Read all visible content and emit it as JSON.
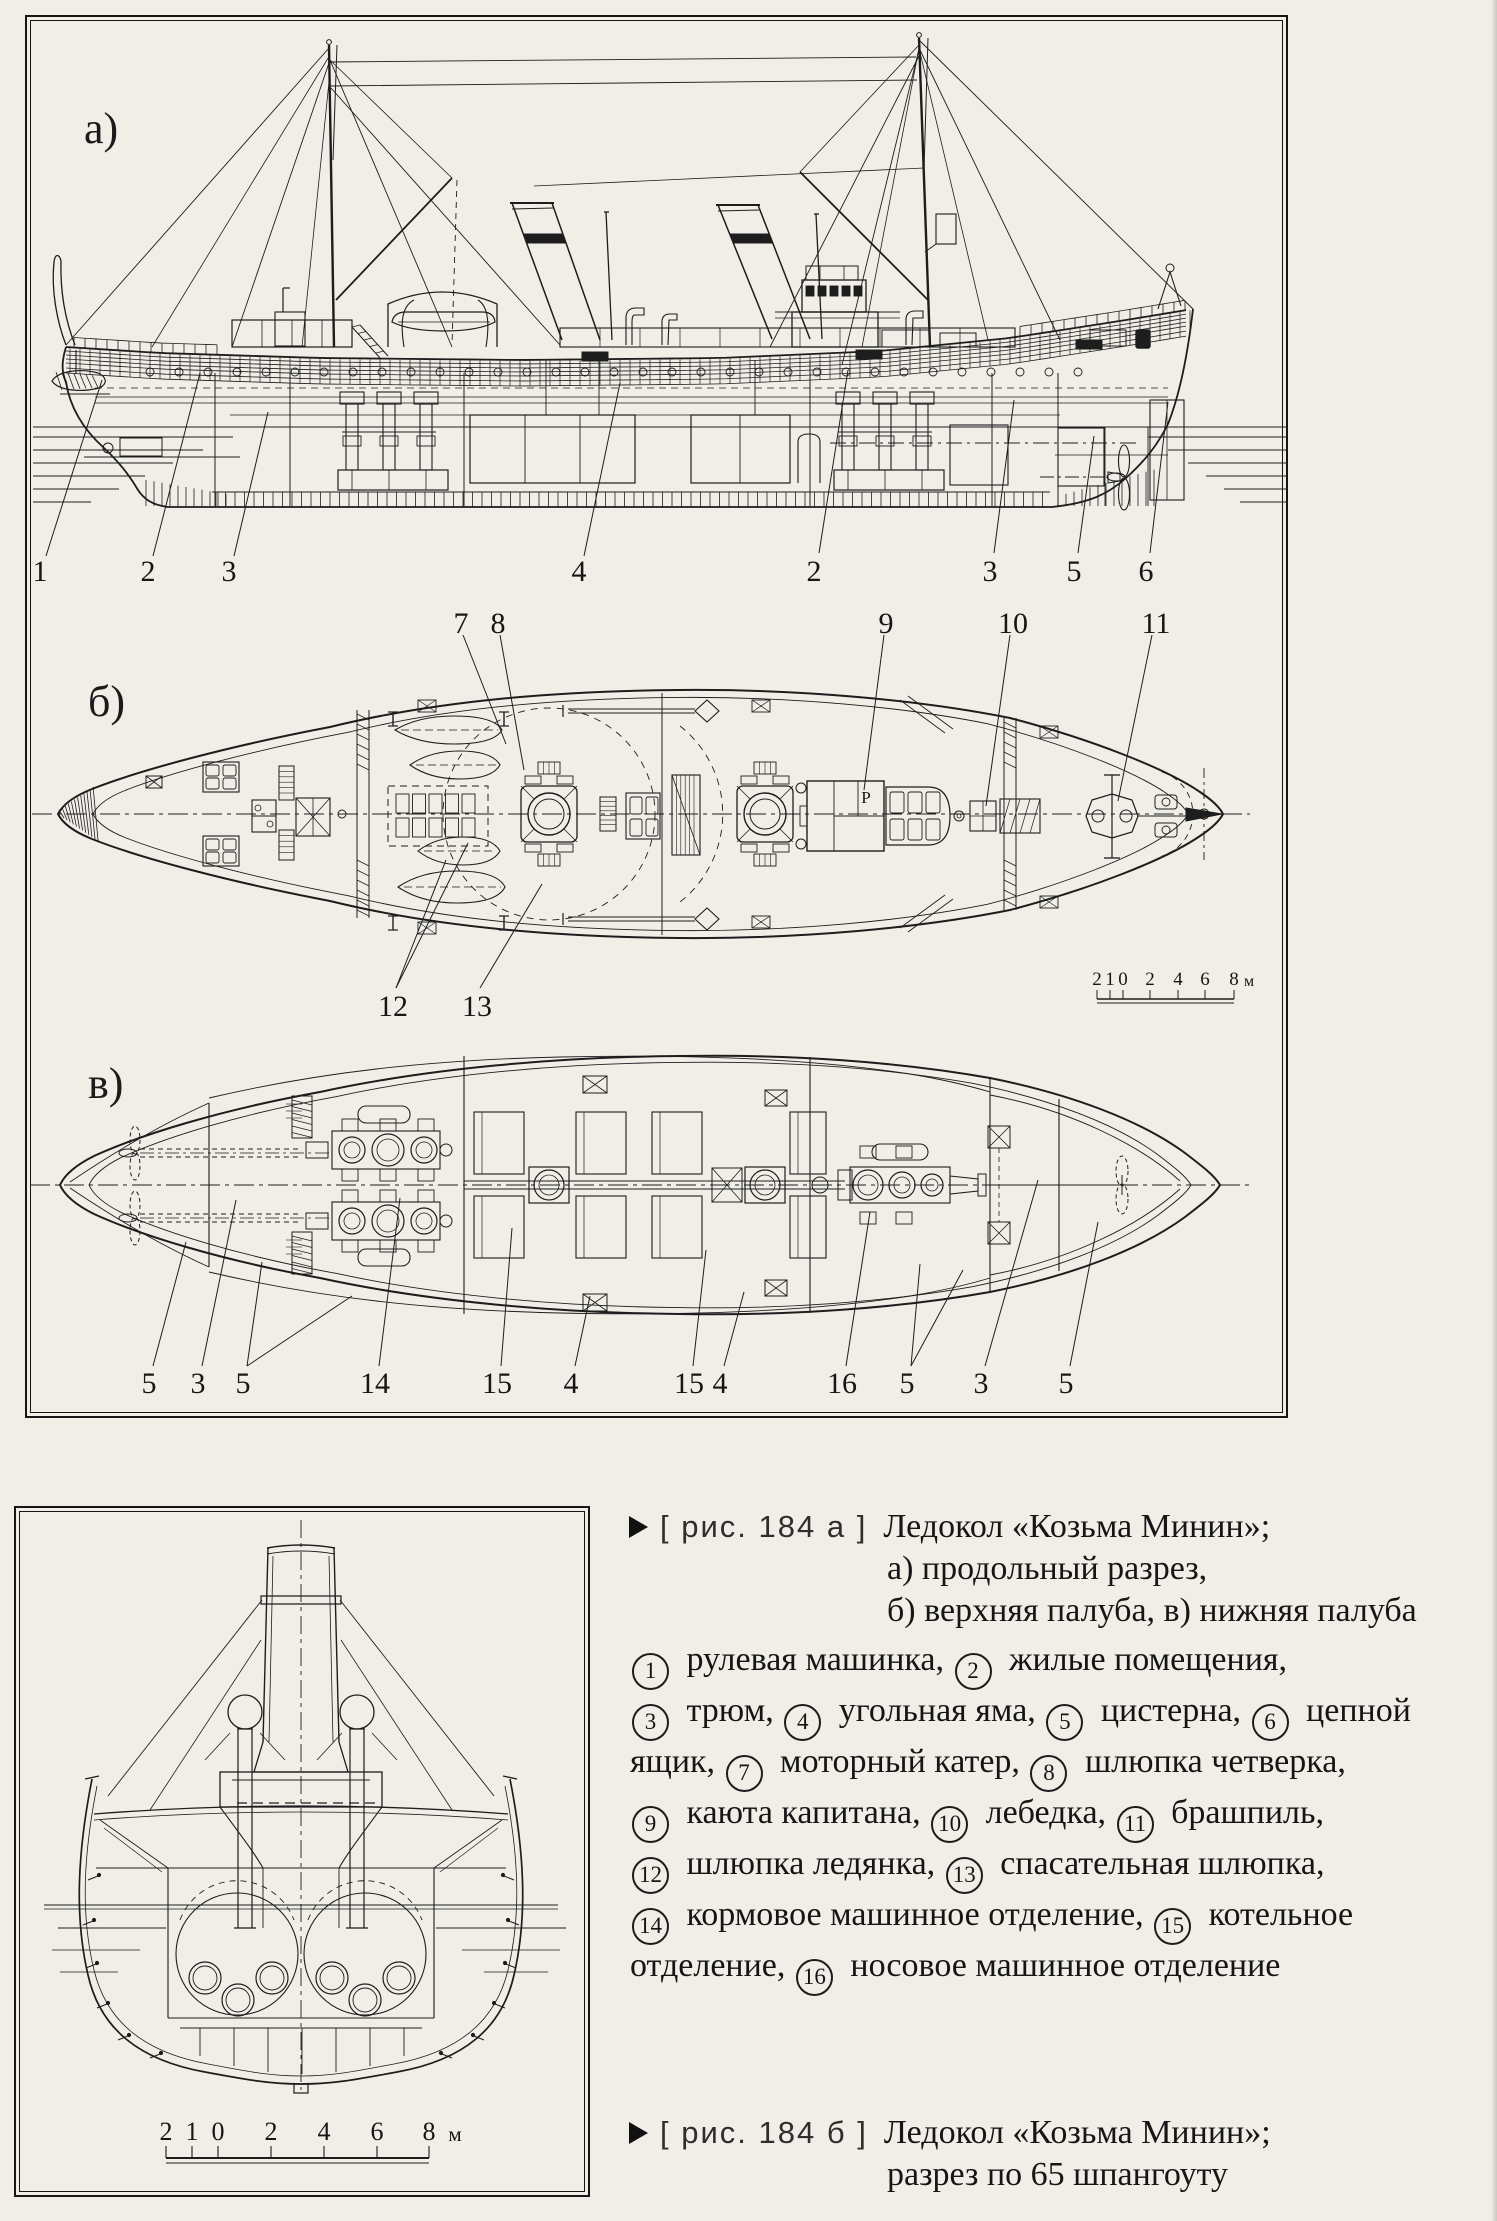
{
  "page": {
    "paper_color": "#f1efe9",
    "ink_color": "#1d1d1d"
  },
  "figure_box": {
    "panel_labels": {
      "a": "а)",
      "b": "б)",
      "v": "в)"
    },
    "side_view_callouts": [
      "1",
      "2",
      "3",
      "4",
      "2",
      "3",
      "5",
      "6"
    ],
    "upper_deck_callouts_top": [
      "7",
      "8",
      "9",
      "10",
      "11"
    ],
    "upper_deck_callouts_bottom": [
      "12",
      "13"
    ],
    "lower_deck_callouts": [
      "5",
      "3",
      "5",
      "14",
      "15",
      "4",
      "15",
      "4",
      "16",
      "5",
      "3",
      "5"
    ],
    "cabin_letter": "Р",
    "scale_bar": {
      "labels": [
        "2",
        "1",
        "0",
        "2",
        "4",
        "6",
        "8"
      ],
      "unit": "м"
    }
  },
  "section_box": {
    "scale_bar": {
      "labels": [
        "2",
        "1",
        "0",
        "2",
        "4",
        "6",
        "8"
      ],
      "unit": "м"
    }
  },
  "captions": [
    {
      "marker": "arrow-right",
      "ref": "[ рис. 184 а ]",
      "title": "Ледокол «Козьма Минин»;",
      "lines": [
        "а) продольный разрез,",
        "б) верхняя палуба, в) нижняя палуба"
      ]
    },
    {
      "marker": "arrow-right",
      "ref": "[ рис. 184 б ]",
      "title": "Ледокол «Козьма Минин»;",
      "lines": [
        "разрез по 65 шпангоуту"
      ]
    }
  ],
  "legend": {
    "items": [
      {
        "n": "1",
        "label": "рулевая машинка"
      },
      {
        "n": "2",
        "label": "жилые помещения"
      },
      {
        "n": "3",
        "label": "трюм"
      },
      {
        "n": "4",
        "label": "угольная яма"
      },
      {
        "n": "5",
        "label": "цистерна"
      },
      {
        "n": "6",
        "label": "цепной ящик"
      },
      {
        "n": "7",
        "label": "моторный катер"
      },
      {
        "n": "8",
        "label": "шлюпка четверка"
      },
      {
        "n": "9",
        "label": "каюта капитана"
      },
      {
        "n": "10",
        "label": "лебедка"
      },
      {
        "n": "11",
        "label": "брашпиль"
      },
      {
        "n": "12",
        "label": "шлюпка ледянка"
      },
      {
        "n": "13",
        "label": "спасательная шлюпка"
      },
      {
        "n": "14",
        "label": "кормовое машинное отделение"
      },
      {
        "n": "15",
        "label": "котельное отделение"
      },
      {
        "n": "16",
        "label": "носовое машинное отделение"
      }
    ],
    "lines": [
      [
        {
          "c": "1"
        },
        {
          "t": " рулевая машинка, "
        },
        {
          "c": "2"
        },
        {
          "t": " жилые помещения,"
        }
      ],
      [
        {
          "c": "3"
        },
        {
          "t": " трюм, "
        },
        {
          "c": "4"
        },
        {
          "t": " угольная яма, "
        },
        {
          "c": "5"
        },
        {
          "t": " цистерна, "
        },
        {
          "c": "6"
        },
        {
          "t": " цепной"
        }
      ],
      [
        {
          "t": "ящик, "
        },
        {
          "c": "7"
        },
        {
          "t": " моторный катер, "
        },
        {
          "c": "8"
        },
        {
          "t": " шлюпка четверка,"
        }
      ],
      [
        {
          "c": "9"
        },
        {
          "t": " каюта капитана, "
        },
        {
          "c": "10"
        },
        {
          "t": " лебедка, "
        },
        {
          "c": "11"
        },
        {
          "t": " брашпиль,"
        }
      ],
      [
        {
          "c": "12"
        },
        {
          "t": " шлюпка ледянка, "
        },
        {
          "c": "13"
        },
        {
          "t": " спасательная шлюпка,"
        }
      ],
      [
        {
          "c": "14"
        },
        {
          "t": " кормовое машинное отделение, "
        },
        {
          "c": "15"
        },
        {
          "t": " котельное"
        }
      ],
      [
        {
          "t": "отделение, "
        },
        {
          "c": "16"
        },
        {
          "t": " носовое машинное отделение"
        }
      ]
    ]
  }
}
